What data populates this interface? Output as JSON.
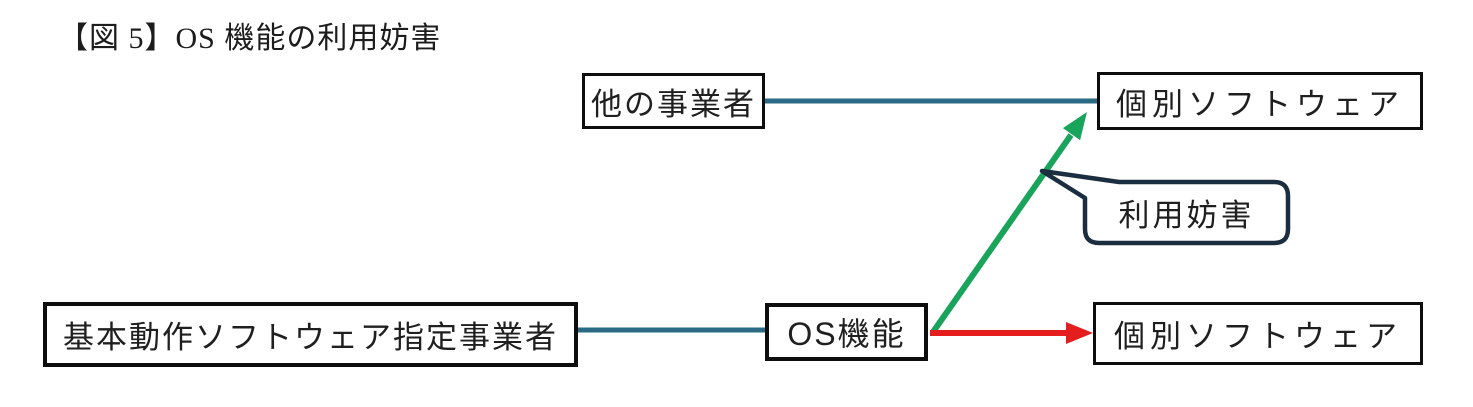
{
  "title": "【図 5】OS 機能の利用妨害",
  "nodes": {
    "other_provider": "他の事業者",
    "individual_software_top": "個別ソフトウェア",
    "basic_os_provider": "基本動作ソフトウェア指定事業者",
    "os_function": "OS機能",
    "individual_software_bottom": "個別ソフトウェア"
  },
  "callout": {
    "label": "利用妨害"
  },
  "colors": {
    "connector": "#2b6a85",
    "obstruction_arrow": "#18a45a",
    "provision_arrow": "#e41e1e",
    "callout_border": "#1b2e3f",
    "box_border": "#0d0d0d"
  }
}
